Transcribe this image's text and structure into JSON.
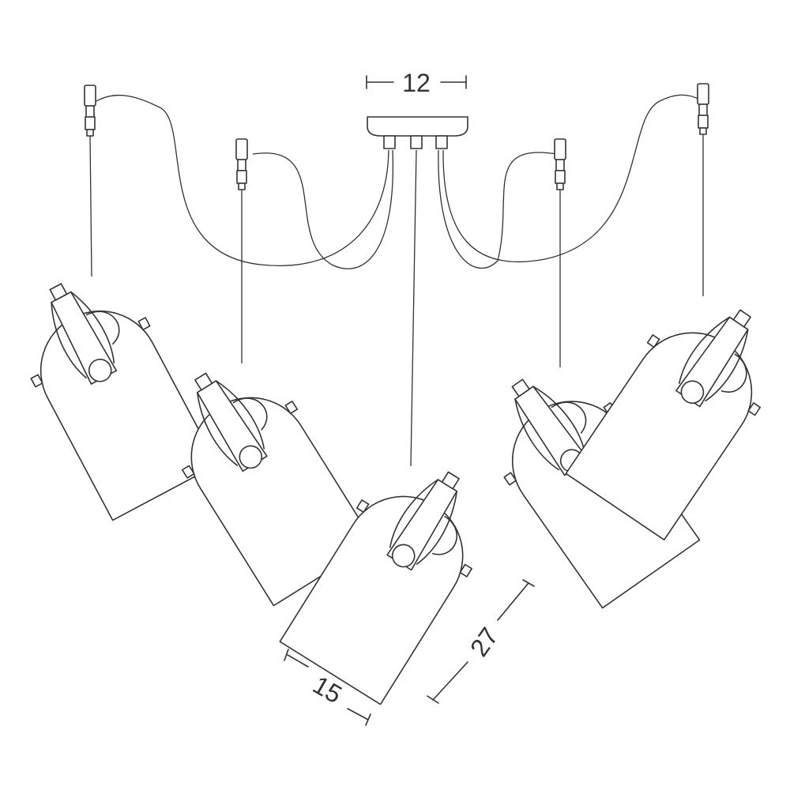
{
  "dimensions": {
    "canopy_width": "12",
    "shade_width": "15",
    "shade_length": "27"
  },
  "colors": {
    "line": "#333333",
    "background": "#ffffff"
  }
}
